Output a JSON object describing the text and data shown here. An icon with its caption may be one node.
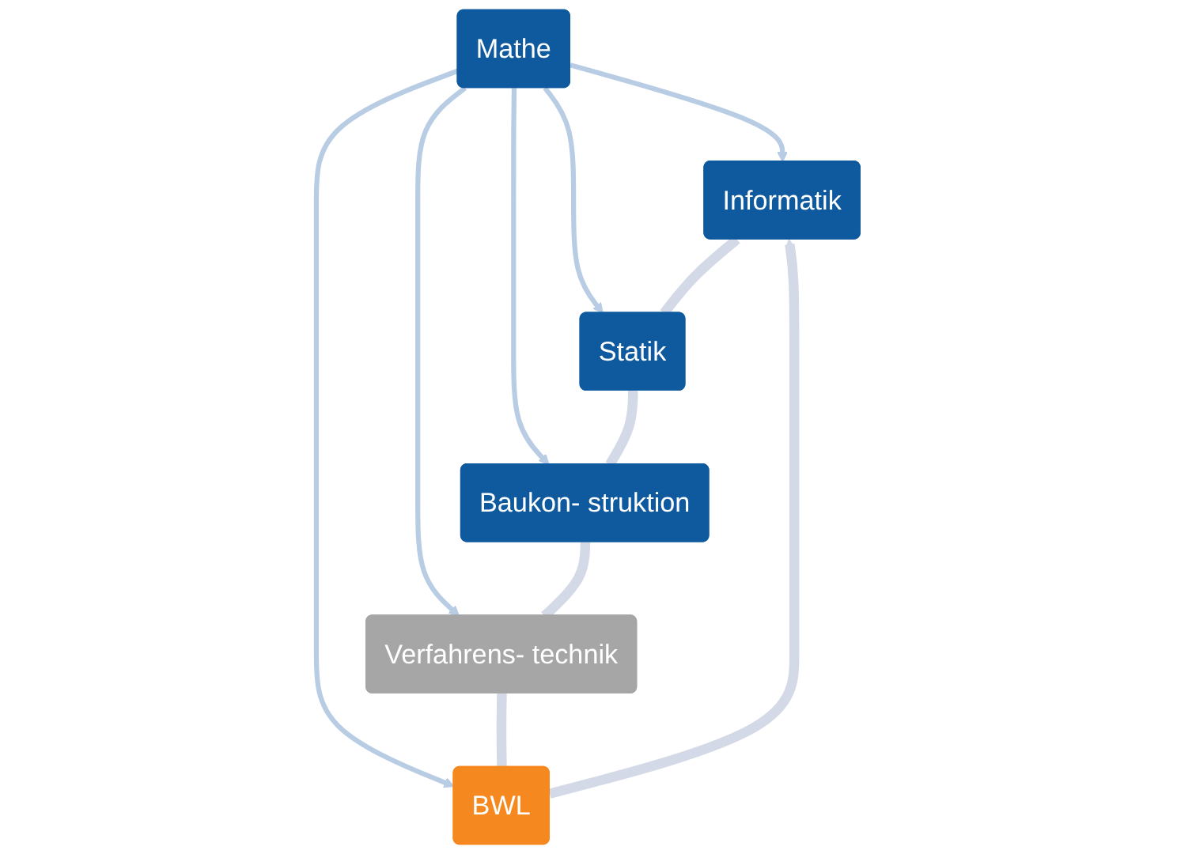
{
  "diagram": {
    "nodes": [
      {
        "text": [
          "Mathe"
        ]
      },
      {
        "text": [
          "Informatik"
        ]
      },
      {
        "text": [
          "Statik"
        ]
      },
      {
        "text": [
          "Baukon- struktion"
        ]
      },
      {
        "text": [
          "Verfahrens- technik"
        ]
      },
      {
        "text": [
          "BWL"
        ]
      }
    ],
    "edges": [
      {
        "from": 0,
        "to": 1,
        "arrow": "to"
      },
      {
        "from": 0,
        "to": 2,
        "arrow": "to"
      },
      {
        "from": 0,
        "to": 3,
        "arrow": "to"
      },
      {
        "from": 0,
        "to": 4,
        "arrow": "to"
      },
      {
        "from": 0,
        "to": 5,
        "arrow": "to"
      },
      {
        "from": 1,
        "to": 2,
        "arrow": "none",
        "style": "thick",
        "color": "#d3d9e6"
      },
      {
        "from": 2,
        "to": 3,
        "arrow": "none",
        "style": "thick",
        "color": "#d3d9e6"
      },
      {
        "from": 3,
        "to": 4,
        "arrow": "none",
        "style": "thick",
        "color": "#d3d9e6"
      },
      {
        "from": 4,
        "to": 5,
        "arrow": "none",
        "style": "thick",
        "color": "#d3d9e6"
      },
      {
        "from": 5,
        "to": 1,
        "arrow": "to",
        "style": "thick",
        "color": "#d3d9e6"
      }
    ]
  }
}
